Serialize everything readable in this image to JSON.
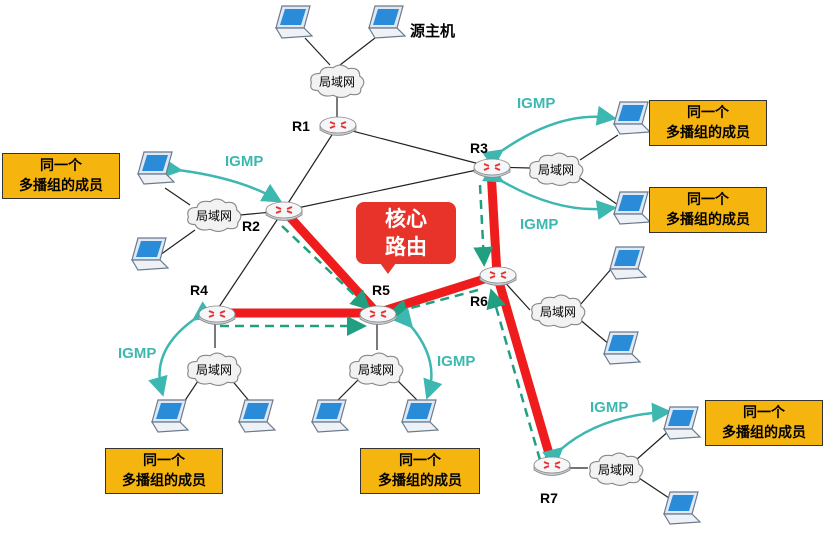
{
  "source_host_label": "源主机",
  "core_router_label": "核心路由器",
  "lan_label": "局域网",
  "igmp_label": "IGMP",
  "member_label_line1": "同一个",
  "member_label_line2": "多播组的成员",
  "routers": [
    "R1",
    "R2",
    "R3",
    "R4",
    "R5",
    "R6",
    "R7"
  ],
  "colors": {
    "tree": "#ee1c1c",
    "igmp": "#3cb8b0",
    "member_box": "#f6b40e",
    "core_callout": "#e8332b"
  }
}
